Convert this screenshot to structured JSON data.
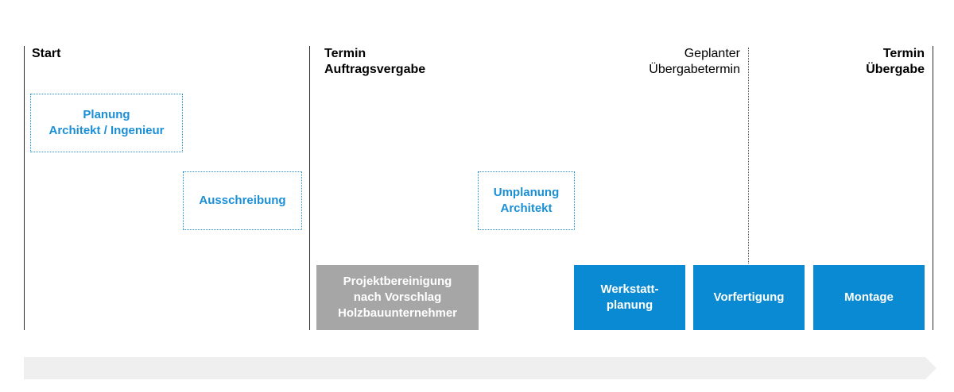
{
  "milestones": {
    "start": "Start",
    "termin_auftragsvergabe": "Termin\nAuftragsvergabe",
    "geplanter_uebergabetermin": "Geplanter\nÜbergabetermin",
    "termin_uebergabe": "Termin\nÜbergabe"
  },
  "tasks": {
    "planung": "Planung\nArchitekt / Ingenieur",
    "ausschreibung": "Ausschreibung",
    "umplanung": "Umplanung\nArchitekt",
    "projektbereinigung": "Projektbereinigung\nnach Vorschlag\nHolzbauunternehmer",
    "werkstattplanung": "Werkstatt-\nplanung",
    "vorfertigung": "Vorfertigung",
    "montage": "Montage"
  },
  "colors": {
    "accent_blue": "#0a8ad3",
    "outline_blue": "#1a8fd6",
    "gray_box": "#a6a6a6",
    "timeline_arrow": "#efefef"
  }
}
